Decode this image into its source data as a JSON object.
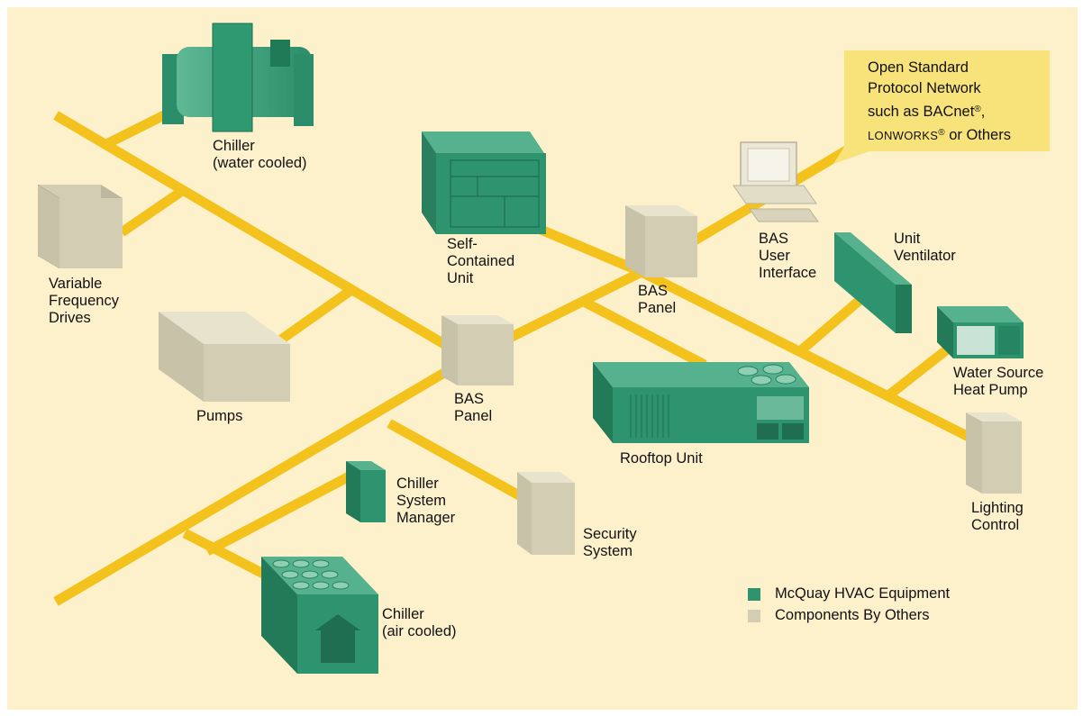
{
  "colors": {
    "background": "#fdf1cc",
    "network_line": "#f4c21c",
    "mcquay_equipment": "#2e9470",
    "components_by_others": "#d3cdb4",
    "callout": "#f8e27a"
  },
  "callout": {
    "line1": "Open Standard",
    "line2": "Protocol Network",
    "line3_text": "such as BACnet",
    "line3_reg": "®",
    "line3_tail": ",",
    "line4_text": "LONWORKS",
    "line4_reg": "®",
    "line4_tail": " or Others"
  },
  "labels": {
    "chiller_water": [
      "Chiller",
      "(water cooled)"
    ],
    "vfd": [
      "Variable",
      "Frequency",
      "Drives"
    ],
    "pumps": [
      "Pumps"
    ],
    "self_contained": [
      "Self-",
      "Contained",
      "Unit"
    ],
    "bas_panel_center": [
      "BAS",
      "Panel"
    ],
    "bas_panel_upper": [
      "BAS",
      "Panel"
    ],
    "bas_user_interface": [
      "BAS",
      "User",
      "Interface"
    ],
    "unit_ventilator": [
      "Unit",
      "Ventilator"
    ],
    "water_source_heat_pump": [
      "Water Source",
      "Heat Pump"
    ],
    "rooftop_unit": [
      "Rooftop Unit"
    ],
    "lighting_control": [
      "Lighting",
      "Control"
    ],
    "chiller_system_manager": [
      "Chiller",
      "System",
      "Manager"
    ],
    "security_system": [
      "Security",
      "System"
    ],
    "chiller_air": [
      "Chiller",
      "(air cooled)"
    ]
  },
  "legend": [
    {
      "label": "McQuay HVAC Equipment",
      "color": "#2e9470",
      "icon": "green-square-icon"
    },
    {
      "label": "Components By Others",
      "color": "#d3cdb4",
      "icon": "beige-square-icon"
    }
  ]
}
